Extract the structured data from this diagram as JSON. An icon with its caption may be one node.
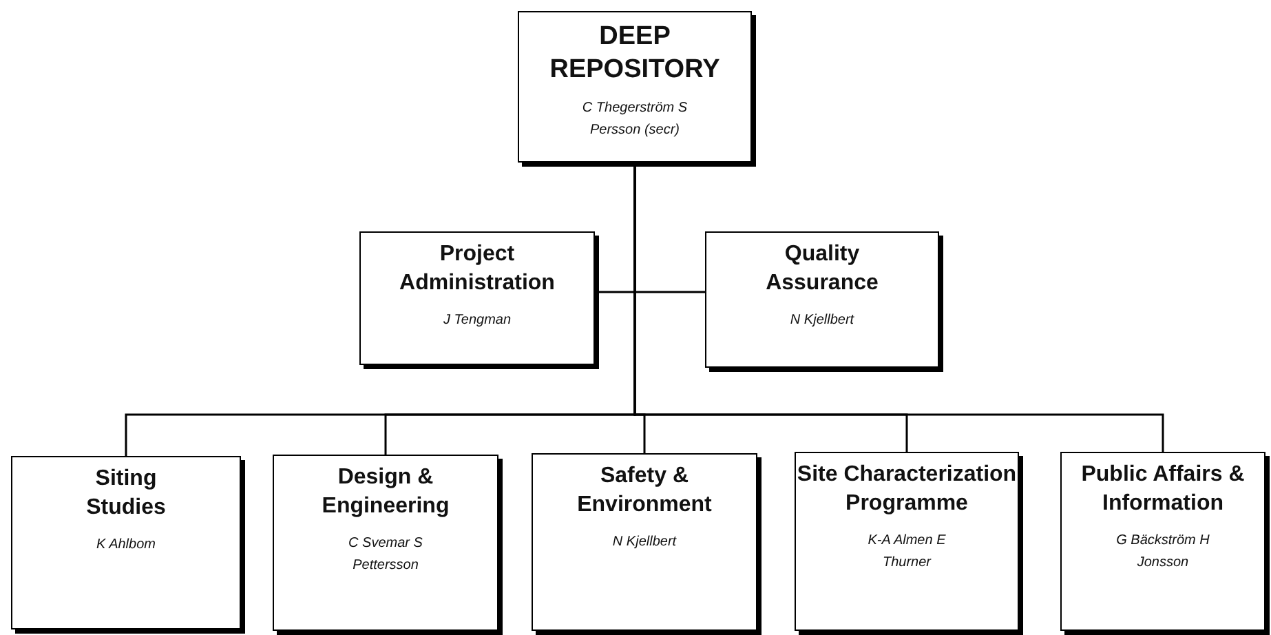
{
  "diagram": {
    "nodes": [
      {
        "text": [
          "DEEP REPOSITORY",
          "C Thegerström S Persson (secr)"
        ]
      },
      {
        "text": [
          "Project Administration",
          "J Tengman"
        ]
      },
      {
        "text": [
          "Quality Assurance",
          "N Kjellbert"
        ]
      },
      {
        "text": [
          "Siting Studies",
          "K Ahlbom"
        ]
      },
      {
        "text": [
          "Design & Engineering",
          "C Svemar S Pettersson"
        ]
      },
      {
        "text": [
          "Safety & Environment",
          "N Kjellbert"
        ]
      },
      {
        "text": [
          "Site Characterization Programme",
          "K-A Almen E Thurner"
        ]
      },
      {
        "text": [
          "Public Affairs & Information",
          "G Bäckström H Jonsson"
        ]
      }
    ],
    "edges": [
      {
        "from": 0,
        "to": 1,
        "arrow": "none"
      },
      {
        "from": 0,
        "to": 2,
        "arrow": "none"
      },
      {
        "from": 0,
        "to": 3,
        "arrow": "none"
      },
      {
        "from": 0,
        "to": 4,
        "arrow": "none"
      },
      {
        "from": 0,
        "to": 5,
        "arrow": "none"
      },
      {
        "from": 0,
        "to": 6,
        "arrow": "none"
      },
      {
        "from": 0,
        "to": 7,
        "arrow": "none"
      }
    ]
  }
}
